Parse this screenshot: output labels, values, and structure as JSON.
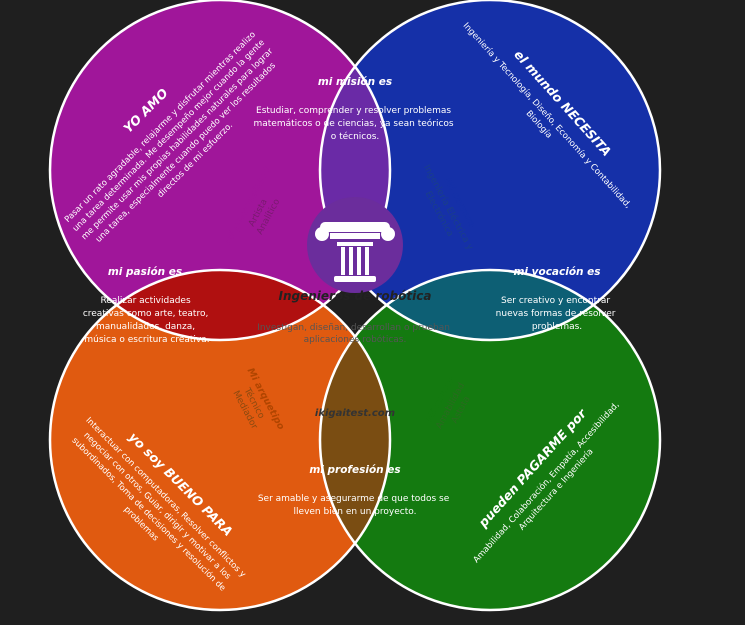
{
  "center": {
    "title": "Ingenieros de robótica",
    "description_lines": [
      "Investigan, diseñan, desarrollan o prueban",
      "aplicaciones robóticas."
    ],
    "site": "ikigaitest.com"
  },
  "circles": {
    "love": {
      "title": "YO AMO",
      "lines": [
        "Pasar un rato agradable, relajarme y disfrutar mientras realizo",
        "una tarea determinada. Me desempeño mejor cuando la gente",
        "me permite usar mis propias habilidades naturales para lograr",
        "una tarea, especialmente cuando puedo ver los resultados",
        "directos de mi esfuerzo."
      ],
      "color": "#a0169a"
    },
    "world_needs": {
      "title": "el mundo NECESITA",
      "lines": [
        "Ingeniería y Tecnología, Diseño, Economía y Contabilidad,",
        "Biología"
      ],
      "color": "#1530a8"
    },
    "good_at": {
      "title": "yo soy BUENO PARA",
      "lines": [
        "Interactuar con computadoras, Resolver conflictos y",
        "negociar con otros, Guiar, dirigir y motivar a los",
        "subordinados, Toma de decisiones y resolución de",
        "problemas"
      ],
      "color": "#e05a10"
    },
    "paid_for": {
      "title": "pueden PAGARME por",
      "lines": [
        "Amabilidad, Colaboración, Empatía, Accesibilidad,",
        "Arquitectura e Ingeniería"
      ],
      "color": "#147a10"
    }
  },
  "overlaps": {
    "mission": {
      "title": "mi misión es",
      "lines": [
        "Estudiar, comprender y resolver problemas",
        "matemáticos o de ciencias, ya sean teóricos",
        "o técnicos."
      ]
    },
    "passion": {
      "title": "mi pasión es",
      "lines": [
        "Realizar actividades",
        "creativas como arte, teatro,",
        "manualidades, danza,",
        "música o escritura creativa."
      ]
    },
    "vocation": {
      "title": "mi vocación es",
      "lines": [
        "Ser creativo y encontrar",
        "nuevas formas de resolver",
        "problemas."
      ]
    },
    "profession": {
      "title": "mi profesión es",
      "lines": [
        "Ser amable y asegurarme de que todos se",
        "lleven bien en un proyecto."
      ]
    }
  },
  "petals": {
    "personality": {
      "title": "Mi personalidad",
      "lines": [
        "Artista",
        "Analítico"
      ]
    },
    "career": {
      "title": "Mi carrera",
      "lines": [
        "Ingeniería Eléctrica y",
        "Electrónica"
      ]
    },
    "archetype": {
      "title": "Mi arquetipo",
      "lines": [
        "Técnico",
        "Mediador"
      ]
    },
    "rarity": {
      "title": "Mi rareza",
      "lines": [
        "Amabilidad",
        "Astuta"
      ]
    }
  },
  "icon": "greek-column-icon"
}
